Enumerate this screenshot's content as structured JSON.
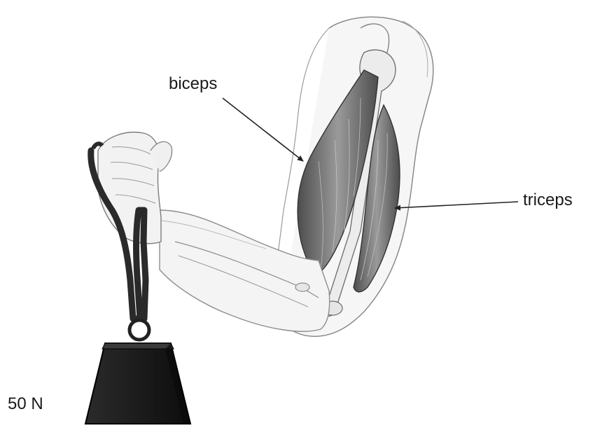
{
  "labels": {
    "biceps": "biceps",
    "triceps": "triceps",
    "weight": "50 N"
  },
  "colors": {
    "outline": "#4a4a4a",
    "skin": "#f4f4f4",
    "muscle": "#6a6a6a",
    "bone": "#e9e9e9",
    "weight_body": "#1f1f1f",
    "strap": "#2a2a2a"
  },
  "icons": [
    "arm-diagram",
    "weight-block"
  ]
}
